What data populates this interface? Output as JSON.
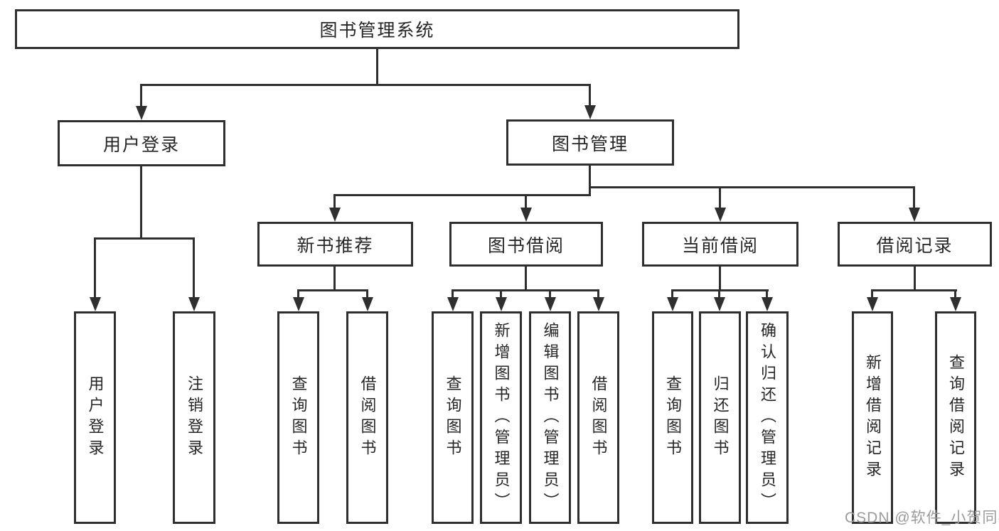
{
  "diagram": {
    "title": "图书管理系统",
    "root": {
      "label": "图书管理系统"
    },
    "branches": [
      {
        "label": "用户登录",
        "leaves": [
          {
            "label": "用户登录"
          },
          {
            "label": "注销登录"
          }
        ]
      },
      {
        "label": "图书管理",
        "groups": [
          {
            "label": "新书推荐",
            "leaves": [
              {
                "label": "查询图书"
              },
              {
                "label": "借阅图书"
              }
            ]
          },
          {
            "label": "图书借阅",
            "leaves": [
              {
                "label": "查询图书"
              },
              {
                "label": "新增图书（管理员）"
              },
              {
                "label": "编辑图书（管理员）"
              },
              {
                "label": "借阅图书"
              }
            ]
          },
          {
            "label": "当前借阅",
            "leaves": [
              {
                "label": "查询图书"
              },
              {
                "label": "归还图书"
              },
              {
                "label": "确认归还（管理员）"
              }
            ]
          },
          {
            "label": "借阅记录",
            "leaves": [
              {
                "label": "新增借阅记录"
              },
              {
                "label": "查询借阅记录"
              }
            ]
          }
        ]
      }
    ]
  },
  "watermark": {
    "text": "CSDN @软件_小贺同学"
  },
  "colors": {
    "line": "#2f2f2f",
    "text": "#262626",
    "watermark": "#9b9b9b",
    "background": "#ffffff"
  }
}
